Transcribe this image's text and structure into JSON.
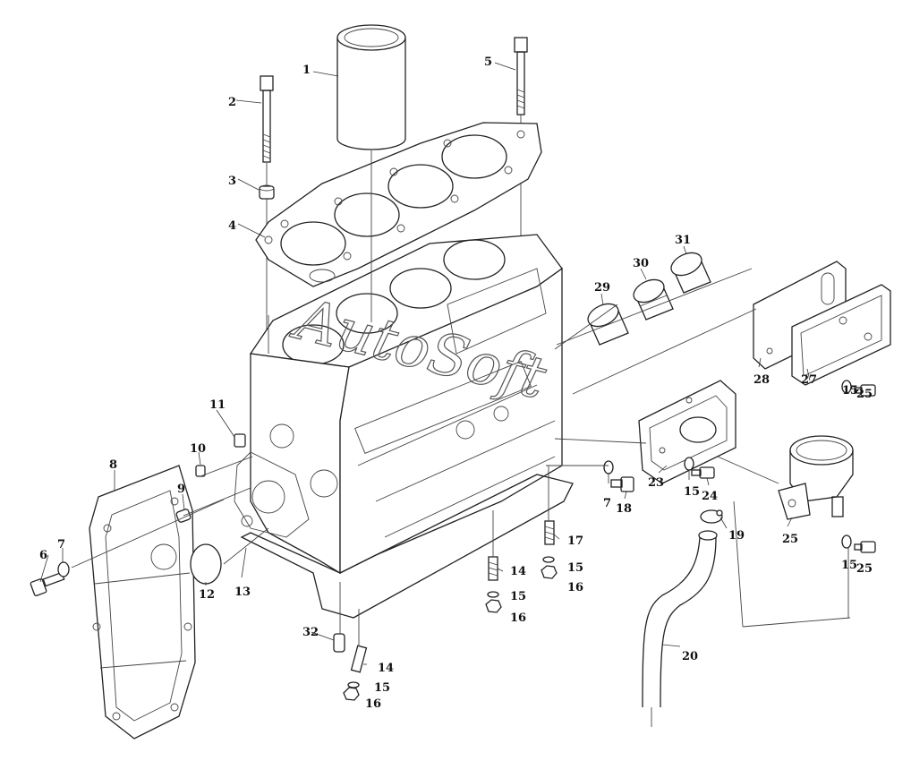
{
  "watermark": "AutoSoft",
  "callouts": [
    "1",
    "2",
    "3",
    "4",
    "5",
    "6",
    "7",
    "7",
    "8",
    "9",
    "10",
    "11",
    "12",
    "13",
    "14",
    "14",
    "15",
    "15",
    "15",
    "15",
    "15",
    "15",
    "16",
    "16",
    "16",
    "17",
    "18",
    "19",
    "20",
    "23",
    "24",
    "25",
    "25",
    "25",
    "27",
    "28",
    "29",
    "30",
    "31",
    "32"
  ]
}
